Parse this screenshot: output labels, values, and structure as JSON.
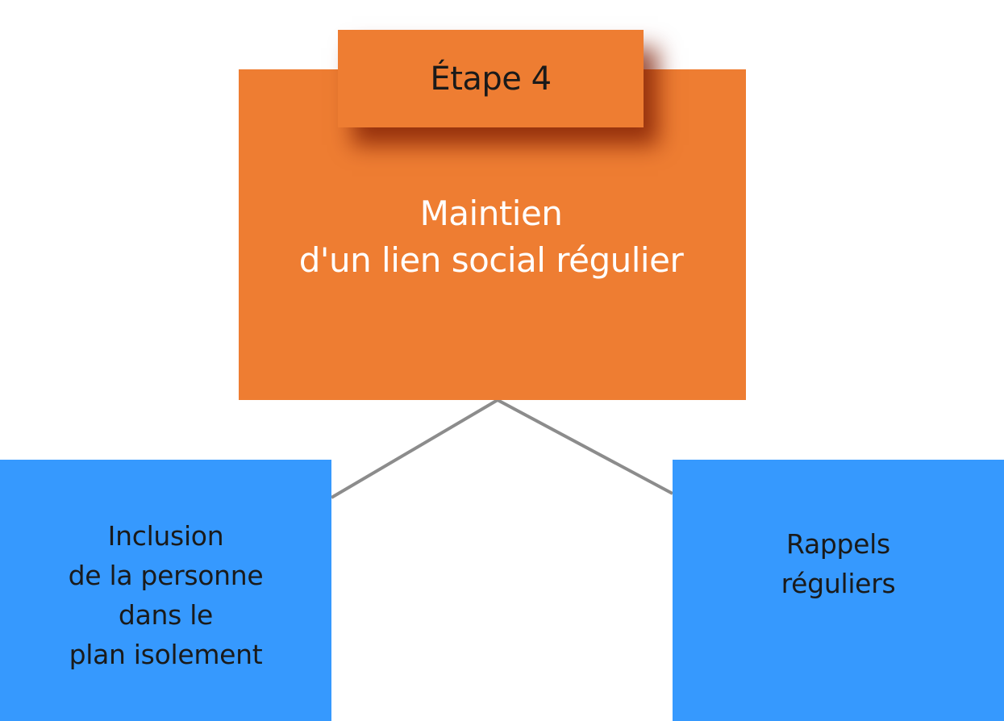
{
  "step": {
    "label": "Étape 4"
  },
  "main": {
    "lines": [
      "Maintien",
      "d'un lien social régulier"
    ]
  },
  "left": {
    "lines": [
      "Inclusion",
      "de la personne",
      "dans le",
      "plan isolement"
    ]
  },
  "right": {
    "lines": [
      "Rappels",
      "réguliers"
    ]
  },
  "colors": {
    "orange": "#ee7d32",
    "blue": "#3699fe",
    "connector": "#8c8c8c"
  }
}
